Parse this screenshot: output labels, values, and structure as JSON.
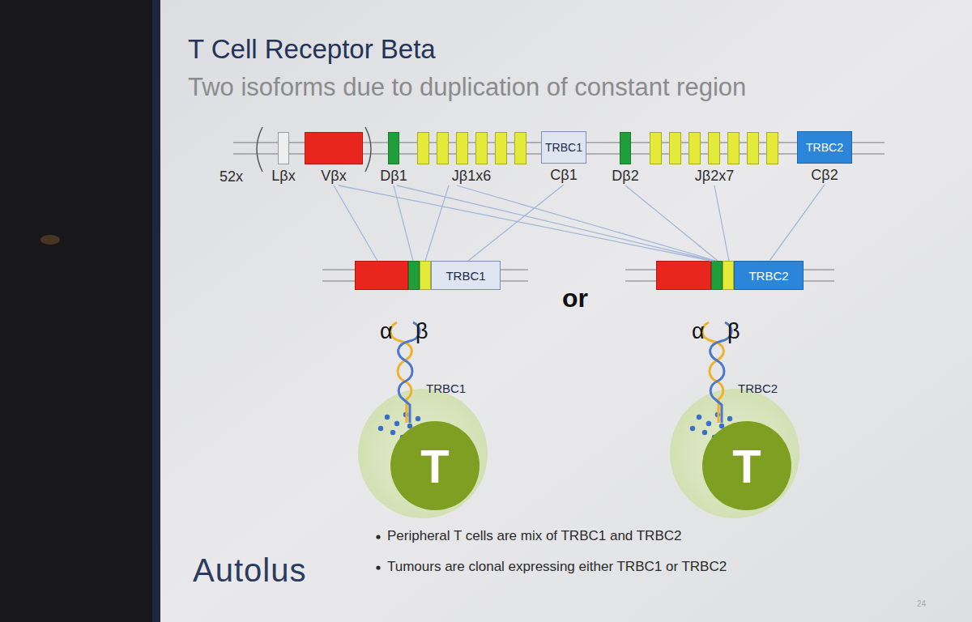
{
  "diagram": {
    "title": "T Cell Receptor Beta",
    "nodes": [
      {
        "text": [
          "Lβx"
        ]
      },
      {
        "text": [
          "Vβx"
        ]
      },
      {
        "text": [
          "Dβ1"
        ]
      },
      {
        "text": [
          "Jβ1x6"
        ]
      },
      {
        "text": [
          "TRBC1",
          "Cβ1"
        ]
      },
      {
        "text": [
          "Dβ2"
        ]
      },
      {
        "text": [
          "Jβ2x7"
        ]
      },
      {
        "text": [
          "TRBC2",
          "Cβ2"
        ]
      },
      {
        "text": [
          "TRBC1"
        ]
      },
      {
        "text": [
          "TRBC2"
        ]
      },
      {
        "text": [
          "T"
        ]
      },
      {
        "text": [
          "T"
        ]
      }
    ],
    "edges": [
      {
        "from": 1,
        "to": 8,
        "arrow": "none"
      },
      {
        "from": 2,
        "to": 8,
        "arrow": "none"
      },
      {
        "from": 3,
        "to": 8,
        "arrow": "none"
      },
      {
        "from": 4,
        "to": 8,
        "arrow": "none"
      },
      {
        "from": 1,
        "to": 9,
        "arrow": "none"
      },
      {
        "from": 2,
        "to": 9,
        "arrow": "none"
      },
      {
        "from": 3,
        "to": 9,
        "arrow": "none"
      },
      {
        "from": 5,
        "to": 9,
        "arrow": "none"
      },
      {
        "from": 6,
        "to": 9,
        "arrow": "none"
      },
      {
        "from": 7,
        "to": 9,
        "arrow": "none"
      }
    ],
    "labels": [
      "Two isoforms due to duplication of constant region",
      "52x",
      "or",
      "α",
      "β",
      "TRBC1",
      "α",
      "β",
      "TRBC2",
      "Peripheral T cells are mix of TRBC1 and TRBC2",
      "Tumours are clonal expressing either TRBC1 or TRBC2",
      "Autolus",
      "24"
    ]
  }
}
